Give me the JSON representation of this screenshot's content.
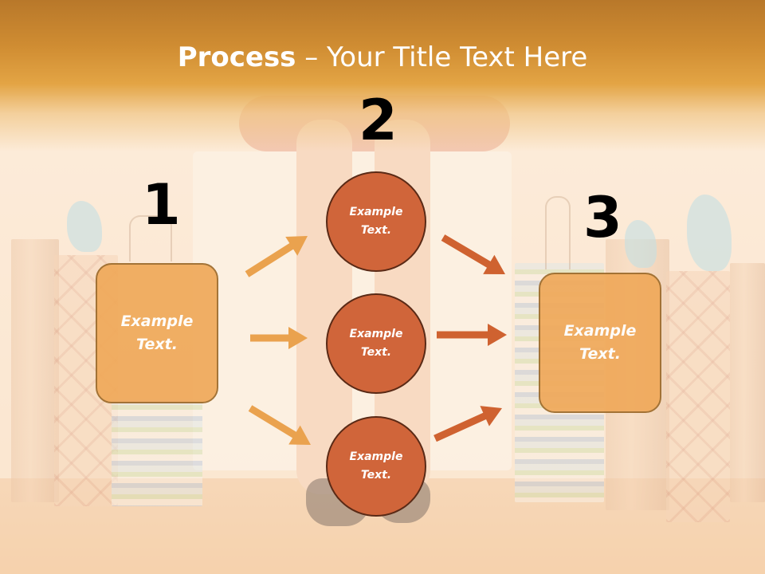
{
  "title": {
    "bold": "Process",
    "rest": " – Your Title Text Here"
  },
  "steps": [
    {
      "number": "1",
      "text": "Example\nText."
    },
    {
      "number": "2",
      "items": [
        "Example\nText.",
        "Example\nText.",
        "Example\nText."
      ]
    },
    {
      "number": "3",
      "text": "Example\nText."
    }
  ],
  "colors": {
    "header": "#cf8c32",
    "box_fill": "#f0a95a",
    "circle_fill": "#d0653a",
    "arrow_light": "#eaa24e",
    "arrow_dark": "#cf6230"
  }
}
